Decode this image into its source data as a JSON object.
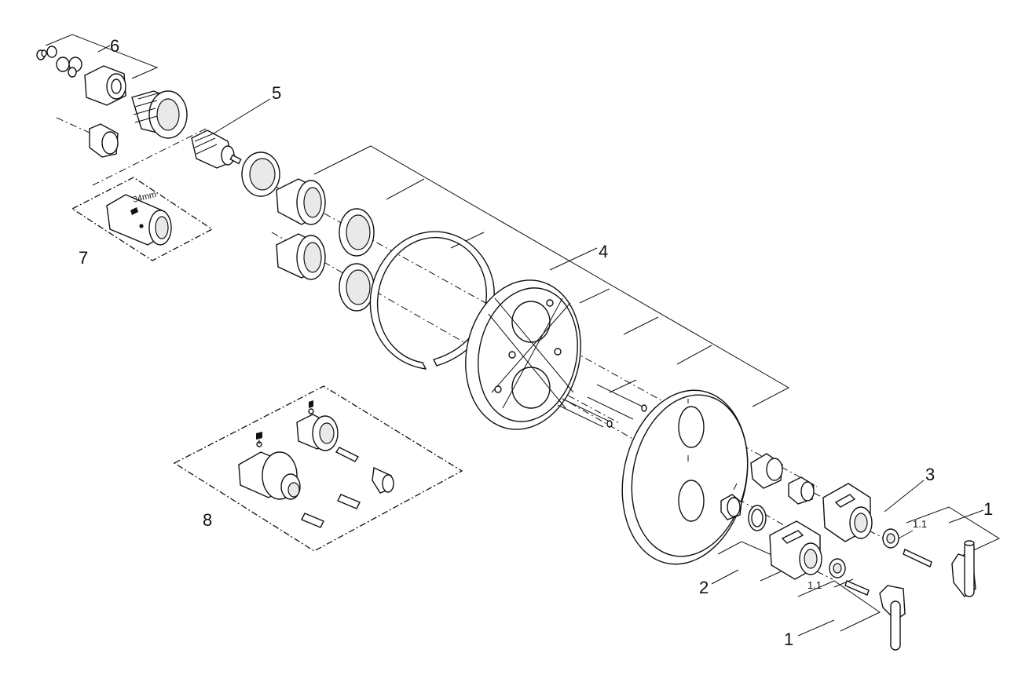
{
  "callouts": {
    "c1a": "1",
    "c1b": "1",
    "c2": "2",
    "c3": "3",
    "c4": "4",
    "c5": "5",
    "c6": "6",
    "c7": "7",
    "c8": "8",
    "c11a": "1.1",
    "c11b": "1.1"
  },
  "dimension": "34mm"
}
